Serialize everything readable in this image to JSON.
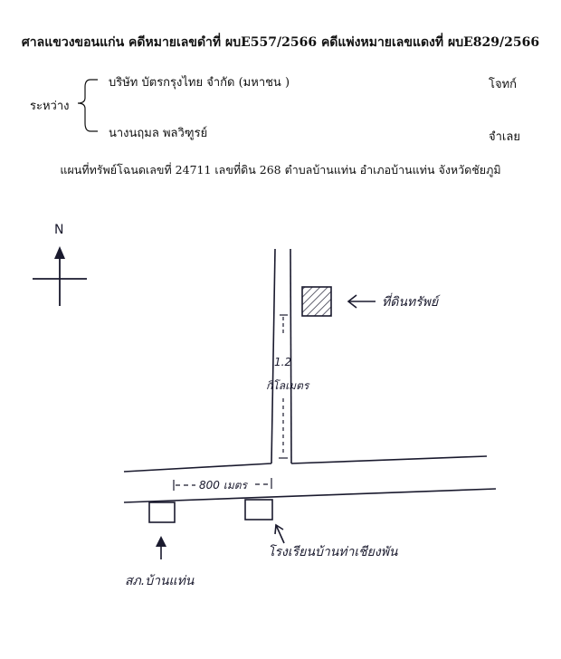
{
  "header": {
    "title": "ศาลแขวงขอนแก่น คดีหมายเลขดำที่ ผบE557/2566 คดีแพ่งหมายเลขแดงที่ ผบE829/2566"
  },
  "parties": {
    "between_label": "ระหว่าง",
    "plaintiff": {
      "name": "บริษัท บัตรกรุงไทย จำกัด (มหาชน )",
      "role": "โจทก์"
    },
    "defendant": {
      "name": "นางนฤมล พลวิฑูรย์",
      "role": "จำเลย"
    }
  },
  "subtitle": "แผนที่ทรัพย์โฉนดเลขที่ 24711 เลขที่ดิน 268 ตำบลบ้านแท่น อำเภอบ้านแท่น จังหวัดชัยภูมิ",
  "map": {
    "north_label": "N",
    "property_label": "ที่ดินทรัพย์",
    "road_distance": "1.2",
    "road_distance_unit": "กิโลเมตร",
    "bottom_distance": "800 เมตร",
    "school_label": "โรงเรียนบ้านท่าเชียงพัน",
    "police_label": "สภ.บ้านแท่น",
    "ink_color": "#1a1a2e"
  }
}
